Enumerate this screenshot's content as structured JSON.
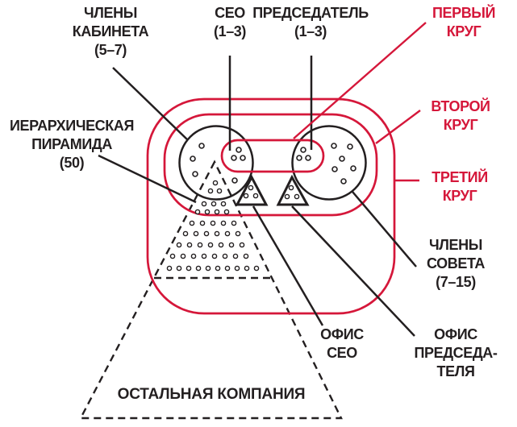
{
  "colors": {
    "red": "#d5173a",
    "ink": "#231f20"
  },
  "labels": {
    "cabinet_members": {
      "lines": [
        "ЧЛЕНЫ",
        "КАБИНЕТА",
        "(5–7)"
      ]
    },
    "ceo": {
      "lines": [
        "CEO",
        "(1–3)"
      ]
    },
    "chairman": {
      "lines": [
        "ПРЕДСЕДАТЕЛЬ",
        "(1–3)"
      ]
    },
    "first_circle": {
      "lines": [
        "ПЕРВЫЙ",
        "КРУГ"
      ]
    },
    "second_circle": {
      "lines": [
        "ВТОРОЙ",
        "КРУГ"
      ]
    },
    "third_circle": {
      "lines": [
        "ТРЕТИЙ",
        "КРУГ"
      ]
    },
    "hierarchical_pyramid": {
      "lines": [
        "ИЕРАРХИЧЕСКАЯ",
        "ПИРАМИДА",
        "(50)"
      ]
    },
    "board_members": {
      "lines": [
        "ЧЛЕНЫ",
        "СОВЕТА",
        "(7–15)"
      ]
    },
    "ceo_office": {
      "lines": [
        "ОФИС",
        "CEO"
      ]
    },
    "chairman_office": {
      "lines": [
        "ОФИС",
        "ПРЕДСЕДА-",
        "ТЕЛЯ"
      ]
    },
    "rest_of_company": {
      "text": "ОСТАЛЬНАЯ КОМПАНИЯ"
    }
  },
  "diagram_data": {
    "type": "nested-circles-org-chart",
    "entities": [
      {
        "name": "ceo",
        "count_label": "1–3",
        "dots_shown": 3,
        "zone": "first circle (left pill half)"
      },
      {
        "name": "chairman",
        "count_label": "1–3",
        "dots_shown": 3,
        "zone": "first circle (right pill half)"
      },
      {
        "name": "cabinet_members",
        "count_label": "5–7",
        "dots_shown": 4,
        "zone": "second circle (left round)"
      },
      {
        "name": "board_members",
        "count_label": "7–15",
        "dots_shown": 6,
        "zone": "second circle (right round)"
      },
      {
        "name": "ceo_office",
        "dots_shown": 3,
        "zone": "left triangle"
      },
      {
        "name": "chairman_office",
        "dots_shown": 3,
        "zone": "right triangle"
      },
      {
        "name": "hierarchical_pyramid",
        "count_label": "50",
        "dot_rows": [
          1,
          2,
          3,
          4,
          5,
          6,
          7,
          8,
          10
        ],
        "zone": "dashed pyramid top"
      },
      {
        "name": "rest_of_company",
        "zone": "dashed pyramid bottom"
      }
    ]
  }
}
